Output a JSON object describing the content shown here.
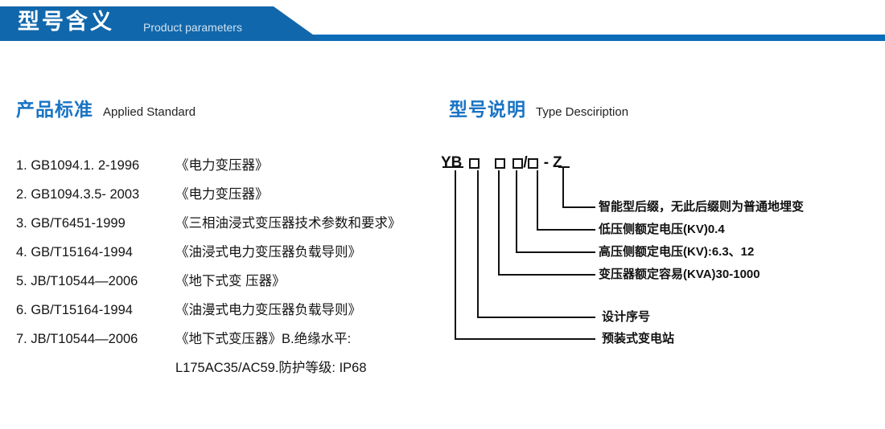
{
  "banner": {
    "title_cn": "型号含义",
    "title_en": "Product parameters",
    "accent_color": "#1167ab",
    "rule_color": "#0b6cb8"
  },
  "sections": {
    "standards": {
      "title_cn": "产品标准",
      "title_en": "Applied Standard",
      "title_color": "#1a74c4",
      "items": [
        {
          "num": "1.",
          "code": "GB1094.1. 2-1996",
          "name": "《电力变压器》"
        },
        {
          "num": "2.",
          "code": "GB1094.3.5- 2003",
          "name": "《电力变压器》"
        },
        {
          "num": "3.",
          "code": "GB/T6451-1999",
          "name": "《三相油浸式变压器技术参数和要求》"
        },
        {
          "num": "4.",
          "code": "GB/T15164-1994",
          "name": "《油浸式电力变压器负载导则》"
        },
        {
          "num": "5.",
          "code": "JB/T10544—2006",
          "name": "《地下式变 压器》"
        },
        {
          "num": "6.",
          "code": "GB/T15164-1994",
          "name": "《油漫式电力变压器负载导则》"
        },
        {
          "num": "7.",
          "code": "JB/T10544—2006",
          "name": "《地下式变压器》B.绝缘水平:"
        }
      ],
      "continuation": "L175AC35/AC59.防护等级: IP68"
    },
    "type_description": {
      "title_cn": "型号说明",
      "title_en": "Type Desciription",
      "title_color": "#1a74c4",
      "code": {
        "prefix": "YB",
        "separator_slash": "/",
        "separator_dash": "-",
        "suffix": "Z",
        "box_glyph": "□"
      },
      "labels": [
        "智能型后缀，无此后缀则为普通地埋变",
        "低压侧额定电压(KV)0.4",
        "高压侧额定电压(KV):6.3、12",
        "变压器额定容易(KVA)30-1000",
        "设计序号",
        "预装式变电站"
      ]
    }
  }
}
